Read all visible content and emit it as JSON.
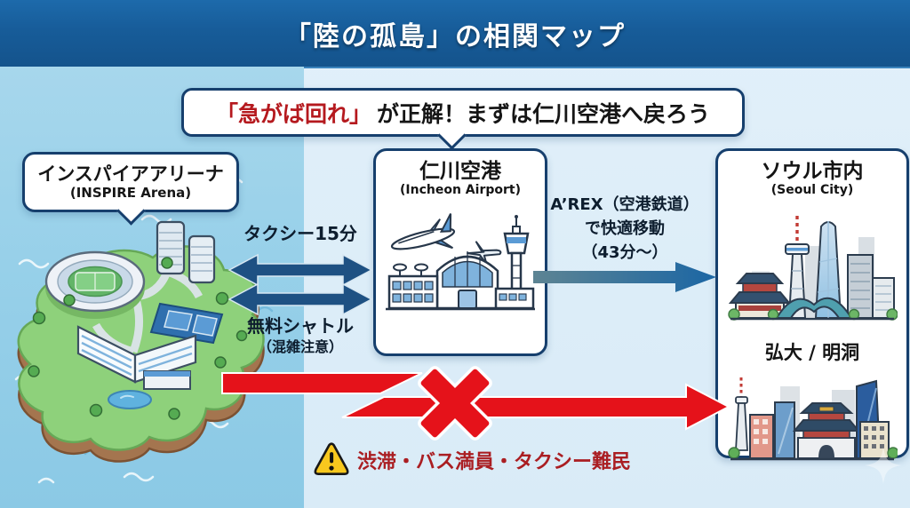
{
  "header": {
    "title": "「陸の孤島」の相関マップ"
  },
  "callout": {
    "highlight": "「急がば回れ」",
    "rest": "が正解！まずは仁川空港へ戻ろう"
  },
  "nodes": {
    "arena": {
      "title": "インスパイアアリーナ",
      "subtitle": "(INSPIRE Arena)"
    },
    "airport": {
      "title": "仁川空港",
      "subtitle": "(Incheon Airport)"
    },
    "seoul": {
      "title": "ソウル市内",
      "subtitle": "(Seoul City)",
      "district": "弘大 / 明洞"
    }
  },
  "routes": {
    "taxi": {
      "label": "タクシー15分"
    },
    "shuttle": {
      "label": "無料シャトル",
      "note": "（混雑注意）"
    },
    "arex": {
      "line1": "A’REX（空港鉄道）",
      "line2": "で快適移動",
      "line3": "（43分〜）"
    },
    "blocked": {
      "meaning": "直行ルートは不可"
    }
  },
  "warning": {
    "text": "渋滞・バス満員・タクシー難民"
  },
  "icons": {
    "warning_icon": "warning-triangle",
    "blocked_icon": "x-cross",
    "sparkle_icon": "sparkle"
  },
  "colors": {
    "header_bg": "#14538c",
    "water": "#97d0e9",
    "background": "#dcedf8",
    "box_border": "#163f6d",
    "route_arrow_navy": "#1e5183",
    "arex_gradient_start": "#5d8493",
    "arex_gradient_end": "#1b66a4",
    "blocked_red": "#e5121a",
    "highlight_red": "#b5191e",
    "warning_text_red": "#aa1e22",
    "warning_yellow": "#f8c81e"
  }
}
